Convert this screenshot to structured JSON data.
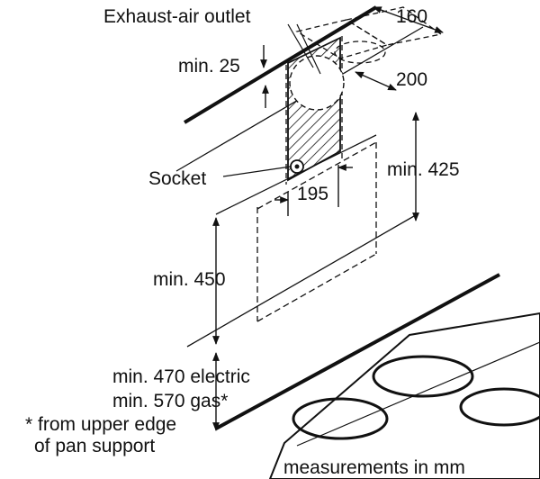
{
  "labels": {
    "exhaust_outlet": "Exhaust-air outlet",
    "socket": "Socket",
    "dim_160": "160",
    "dim_200": "200",
    "dim_195": "195",
    "min_25": "min. 25",
    "min_425": "min. 425",
    "min_450": "min. 450",
    "min_470_electric": "min. 470 electric",
    "min_570_gas": "min. 570 gas*",
    "footnote_line1": "* from upper edge",
    "footnote_line2": "of pan support",
    "units_note": "measurements in mm"
  },
  "colors": {
    "line": "#111111",
    "background": "#ffffff"
  }
}
